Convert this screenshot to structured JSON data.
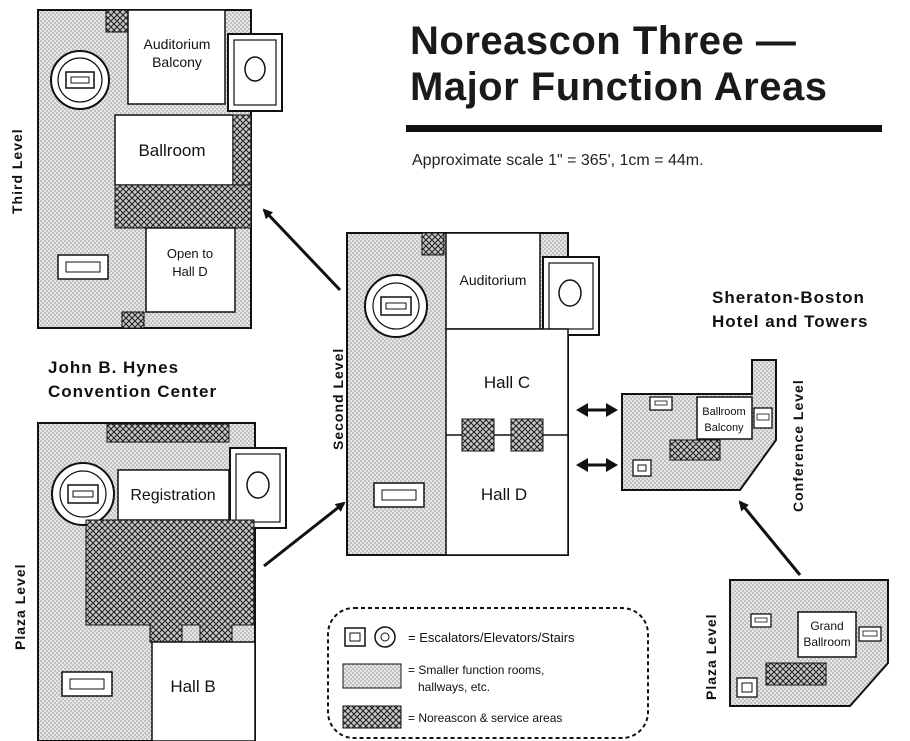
{
  "title": {
    "line1": "Noreascon Three —",
    "line2": "Major Function Areas"
  },
  "scale_note": "Approximate scale 1\" = 365',  1cm = 44m.",
  "venues": {
    "hynes": {
      "line1": "John B. Hynes",
      "line2": "Convention Center"
    },
    "sheraton": {
      "line1": "Sheraton-Boston",
      "line2": "Hotel and Towers"
    }
  },
  "levels": {
    "hynes_third": "Third Level",
    "hynes_second": "Second Level",
    "hynes_plaza": "Plaza Level",
    "sheraton_conference": "Conference Level",
    "sheraton_plaza": "Plaza Level"
  },
  "rooms": {
    "auditorium_balcony_1": "Auditorium",
    "auditorium_balcony_2": "Balcony",
    "ballroom": "Ballroom",
    "open_to_hall_d_1": "Open to",
    "open_to_hall_d_2": "Hall D",
    "auditorium": "Auditorium",
    "hall_c": "Hall C",
    "hall_d": "Hall D",
    "registration": "Registration",
    "hall_b": "Hall B",
    "ballroom_balcony_1": "Ballroom",
    "ballroom_balcony_2": "Balcony",
    "grand_ballroom_1": "Grand",
    "grand_ballroom_2": "Ballroom"
  },
  "legend": {
    "escalators": "= Escalators/Elevators/Stairs",
    "smaller_rooms_1": "= Smaller function rooms,",
    "smaller_rooms_2": "hallways, etc.",
    "reserved": "= Noreascon & service areas"
  },
  "colors": {
    "ink": "#111111",
    "dotted_fill": "#d9d9d9",
    "crosshatch_fill": "#9a9a9a",
    "background": "#ffffff"
  }
}
